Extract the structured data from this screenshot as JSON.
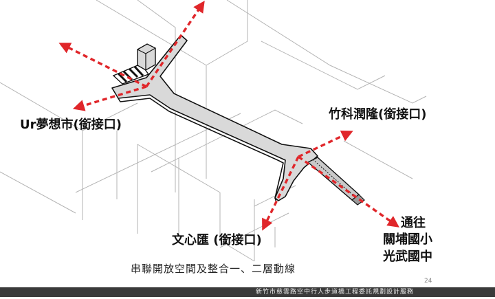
{
  "labels": {
    "ur_dream_city": "Ur夢想市(銜接口)",
    "zhuke_runlong": "竹科潤隆(銜接口)",
    "wenxin_hui": "文心匯 (銜接口)",
    "destination_line1": "通往",
    "destination_line2": "關埔國小",
    "destination_line3": "光武國中"
  },
  "caption": "串聯開放空間及整合一、二層動線",
  "page_number": "24",
  "footer_text": "新竹市慈雲路空中行人步道橋工程委託規劃設計服務",
  "colors": {
    "walkway_fill": "#d9d9d9",
    "walkway_stroke": "#111111",
    "arrow": "#e0262a",
    "footer_bar": "#3a3a3a"
  }
}
